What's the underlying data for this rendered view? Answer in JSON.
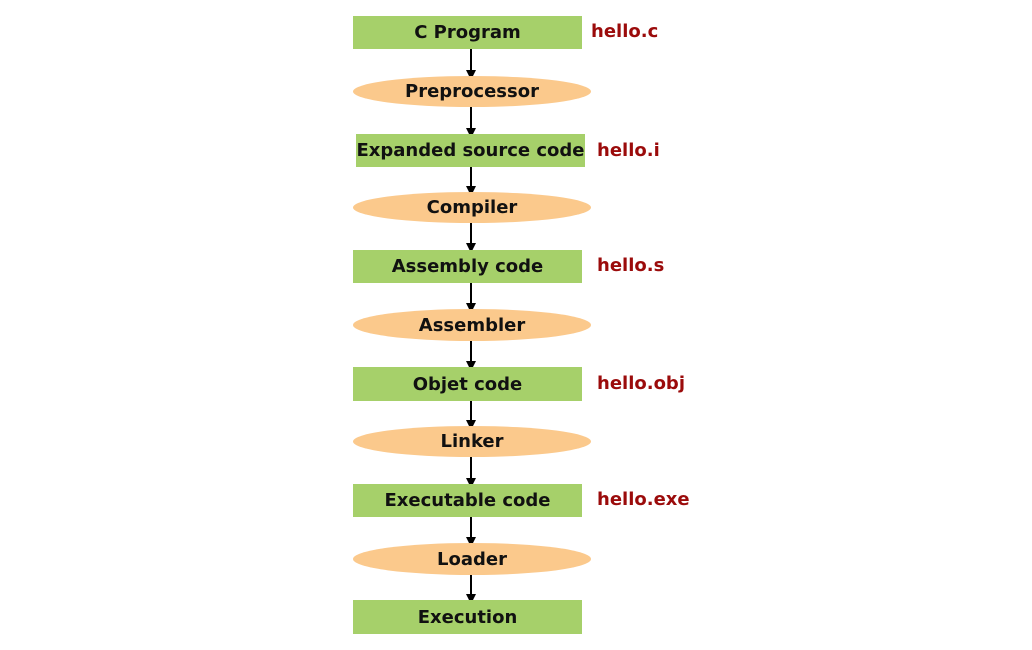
{
  "colors": {
    "rect_fill": "#a6d06a",
    "ellipse_fill": "#fbc98c",
    "file_label": "#9b0b0b",
    "text": "#111111",
    "arrow": "#000000"
  },
  "flow": {
    "step_c_program": "C Program",
    "step_preprocessor": "Preprocessor",
    "step_expanded_source": "Expanded source code",
    "step_compiler": "Compiler",
    "step_assembly_code": "Assembly code",
    "step_assembler": "Assembler",
    "step_object_code": "Objet code",
    "step_linker": "Linker",
    "step_executable_code": "Executable code",
    "step_loader": "Loader",
    "step_execution": "Execution"
  },
  "files": {
    "c_source": "hello.c",
    "preprocessed": "hello.i",
    "assembly": "hello.s",
    "object": "hello.obj",
    "executable": "hello.exe"
  }
}
